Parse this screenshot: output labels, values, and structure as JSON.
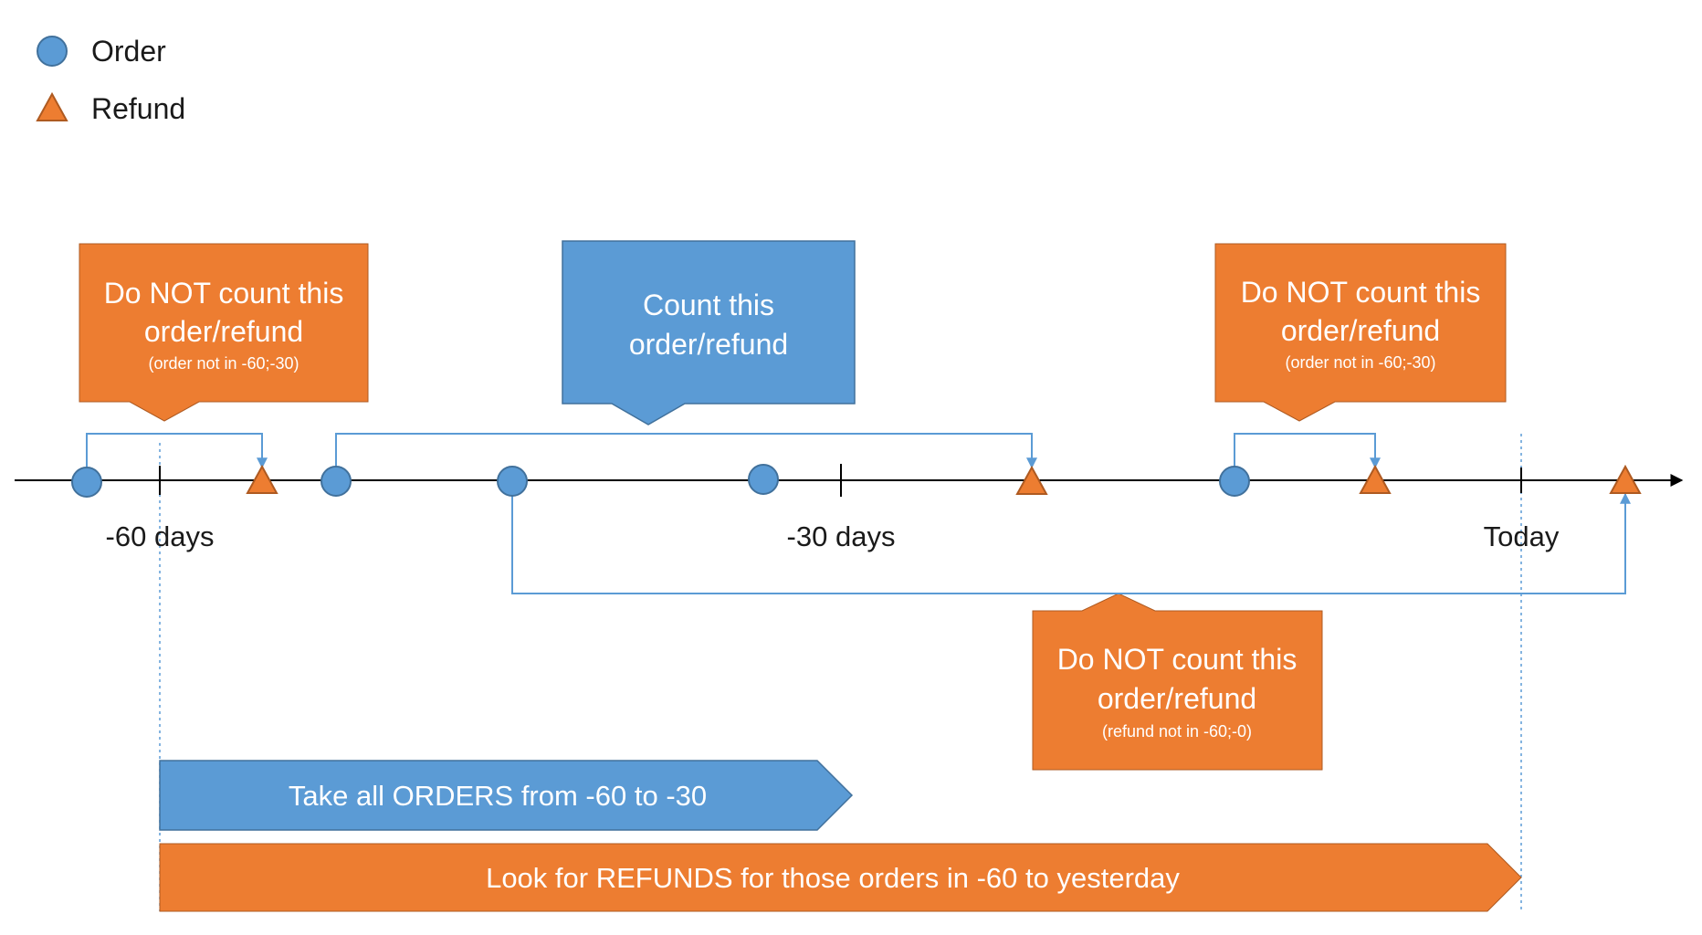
{
  "legend": {
    "order_label": "Order",
    "refund_label": "Refund"
  },
  "axis": {
    "minus60_label": "-60 days",
    "minus30_label": "-30 days",
    "today_label": "Today"
  },
  "callouts": {
    "left": {
      "line1": "Do NOT count this",
      "line2": "order/refund",
      "note": "(order not in -60;-30)"
    },
    "center": {
      "line1": "Count this",
      "line2": "order/refund"
    },
    "right": {
      "line1": "Do NOT count this",
      "line2": "order/refund",
      "note": "(order not in -60;-30)"
    },
    "bottom": {
      "line1": "Do NOT count this",
      "line2": "order/refund",
      "note": "(refund not in -60;-0)"
    }
  },
  "bands": {
    "orders_label": "Take all ORDERS from -60 to -30",
    "refunds_label": "Look for REFUNDS for those orders in -60 to yesterday"
  },
  "colors": {
    "order_blue": "#5b9bd5",
    "refund_orange": "#ed7d31",
    "connector_blue": "#5b9bd5",
    "axis_black": "#000000"
  }
}
